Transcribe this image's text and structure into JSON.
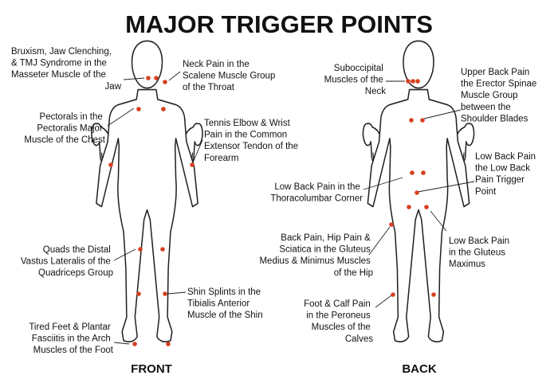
{
  "title": "MAJOR TRIGGER POINTS",
  "colors": {
    "trigger_point": "#d6401f",
    "outline": "#222222",
    "text": "#111111"
  },
  "views": {
    "front": "FRONT",
    "back": "BACK"
  },
  "labels": {
    "bruxism": [
      "Bruxism, Jaw Clenching,",
      "& TMJ Syndrome in the",
      "Masseter Muscle of the",
      "Jaw"
    ],
    "neck_pain": [
      "Neck Pain in the",
      "Scalene Muscle Group",
      "of the Throat"
    ],
    "pectorals": [
      "Pectorals in the",
      "Pectoralis Major",
      "Muscle of the Chest"
    ],
    "tennis_elbow": [
      "Tennis Elbow & Wrist",
      "Pain in the Common",
      "Extensor Tendon of the",
      "Forearm"
    ],
    "quads": [
      "Quads the Distal",
      "Vastus Lateralis of the",
      "Quadriceps Group"
    ],
    "shin_splints": [
      "Shin Splints in the",
      "Tibialis Anterior",
      "Muscle of the Shin"
    ],
    "tired_feet": [
      "Tired Feet & Plantar",
      "Fasciitis in the Arch",
      "Muscles of the Foot"
    ],
    "suboccipital": [
      "Suboccipital",
      "Muscles of the",
      "Neck"
    ],
    "upper_back": [
      "Upper Back Pain",
      "the Erector Spinae",
      "Muscle Group",
      "between the",
      "Shoulder Blades"
    ],
    "low_back_trigger": [
      "Low Back Pain",
      "the Low Back",
      "Pain Trigger",
      "Point"
    ],
    "low_back_thoracolumbar": [
      "Low Back Pain in the",
      "Thoracolumbar Corner"
    ],
    "back_hip": [
      "Back Pain, Hip Pain &",
      "Sciatica in the Gluteus",
      "Medius & Minimus Muscles",
      "of the Hip"
    ],
    "low_back_gluteus": [
      "Low Back Pain",
      "in the Gluteus",
      "Maximus"
    ],
    "foot_calf": [
      "Foot & Calf Pain",
      "in the Peroneus",
      "Muscles of the",
      "Calves"
    ]
  }
}
